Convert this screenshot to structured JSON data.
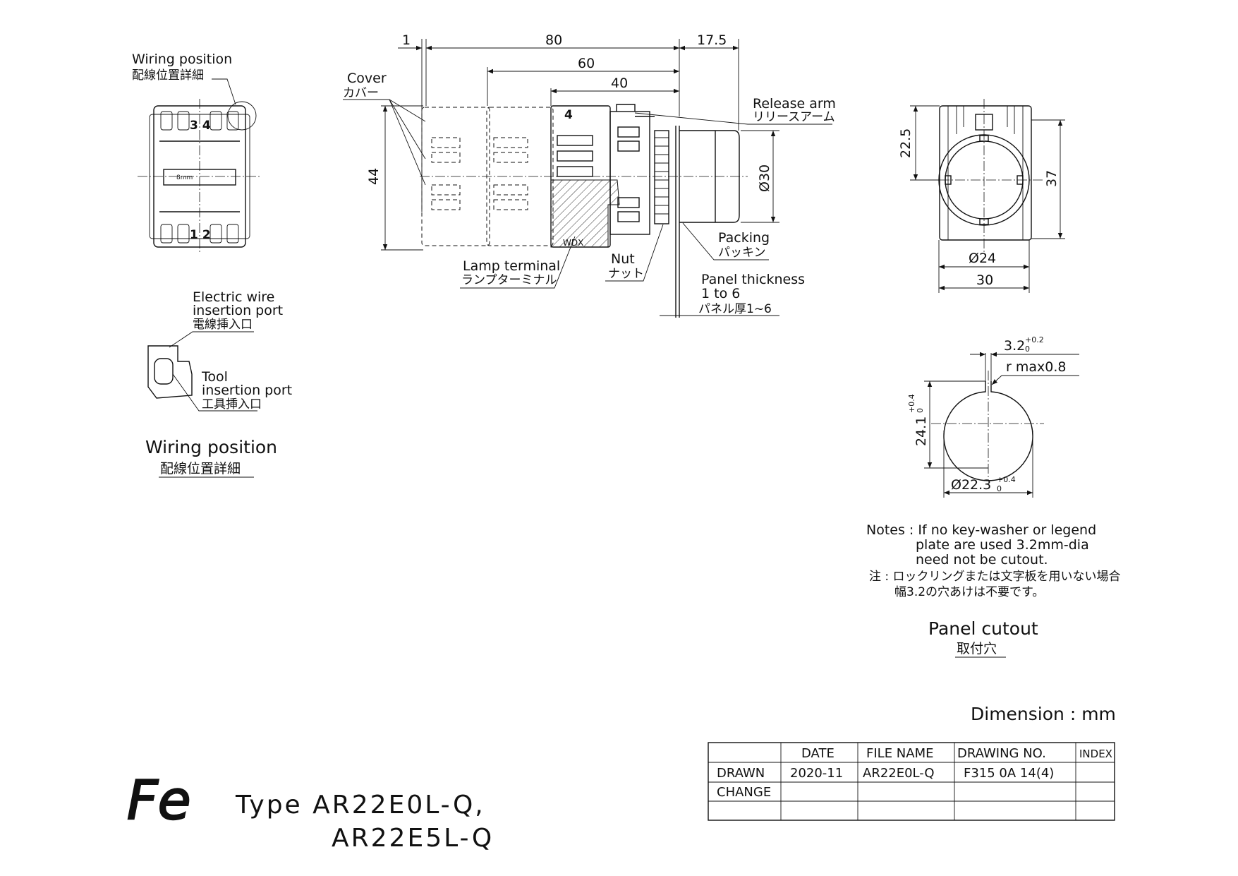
{
  "wiring_view": {
    "detail_label_en": "Wiring position",
    "detail_label_jp": "配線位置詳細",
    "terminal_top": "3 4",
    "terminal_bottom": "1 2",
    "strip_mark": "8mm"
  },
  "port_detail": {
    "wire_port_en_1": "Electric wire",
    "wire_port_en_2": "insertion port",
    "wire_port_jp": "電線挿入口",
    "tool_port_en_1": "Tool",
    "tool_port_en_2": "insertion port",
    "tool_port_jp": "工具挿入口",
    "title_en": "Wiring position",
    "title_jp": "配線位置詳細"
  },
  "side_view": {
    "dim_1": "1",
    "dim_80": "80",
    "dim_17_5": "17.5",
    "dim_60": "60",
    "dim_40": "40",
    "dim_44": "44",
    "dim_d30": "Ø30",
    "cover_en": "Cover",
    "cover_jp": "カバー",
    "release_arm_en": "Release arm",
    "release_arm_jp": "リリースアーム",
    "terminal_4": "4",
    "wdx_mark": "WDX",
    "packing_en": "Packing",
    "packing_jp": "パッキン",
    "nut_en": "Nut",
    "nut_jp": "ナット",
    "lamp_terminal_en": "Lamp terminal",
    "lamp_terminal_jp": "ランプターミナル",
    "panel_thickness_en_1": "Panel thickness",
    "panel_thickness_en_2": "1 to 6",
    "panel_thickness_jp": "パネル厚1~6"
  },
  "front_view": {
    "dim_22_5": "22.5",
    "dim_37": "37",
    "dim_d24": "Ø24",
    "dim_30": "30"
  },
  "cutout": {
    "dim_3_2": "3.2",
    "dim_3_2_tol_hi": "+0.2",
    "dim_3_2_tol_lo": "0",
    "r_max": "r max0.8",
    "dim_24_1": "24.1",
    "dim_24_1_tol_hi": "+0.4",
    "dim_24_1_tol_lo": "0",
    "dim_d22_3": "Ø22.3",
    "dim_d22_3_tol_hi": "+0.4",
    "dim_d22_3_tol_lo": "0",
    "title_en": "Panel cutout",
    "title_jp": "取付穴"
  },
  "notes": {
    "line1": "Notes : If no key-washer or legend",
    "line2": "plate are used 3.2mm-dia",
    "line3": "need not be cutout.",
    "jp_line1": "注 : ロックリングまたは文字板を用いない場合",
    "jp_line2": "幅3.2の穴あけは不要です。"
  },
  "dimension_unit": "Dimension : mm",
  "title_block": {
    "headers": [
      "",
      "DATE",
      "FILE NAME",
      "DRAWING NO.",
      "INDEX"
    ],
    "rows": [
      [
        "DRAWN",
        "2020-11",
        "AR22E0L-Q",
        "F315 0A 14(4)",
        ""
      ],
      [
        "CHANGE",
        "",
        "",
        "",
        ""
      ],
      [
        "",
        "",
        "",
        "",
        ""
      ]
    ]
  },
  "brand": {
    "logo_text": "Fe",
    "type_line1": "Type AR22E0L-Q,",
    "type_line2": "AR22E5L-Q"
  }
}
